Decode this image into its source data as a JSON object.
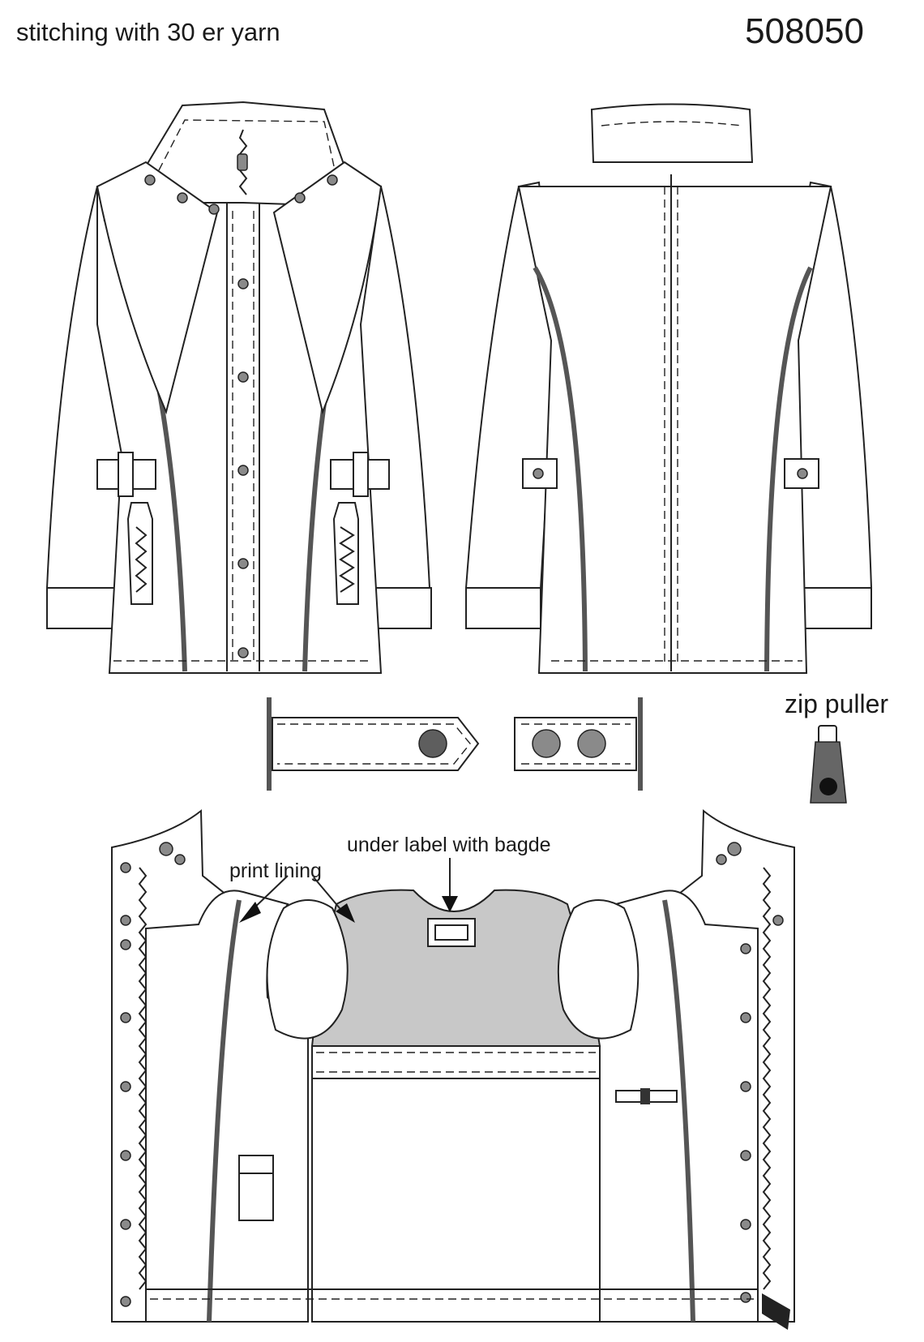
{
  "header": {
    "stitching_note": "stitching with 30 er yarn",
    "style_number": "508050"
  },
  "callouts": {
    "zip_puller": "zip puller",
    "print_lining": "print lining",
    "under_label": "under label with bagde"
  },
  "colors": {
    "outline": "#222222",
    "piping": "#555555",
    "button": "#8a8a8a",
    "lining": "#c8c8c8",
    "background": "#ffffff"
  }
}
